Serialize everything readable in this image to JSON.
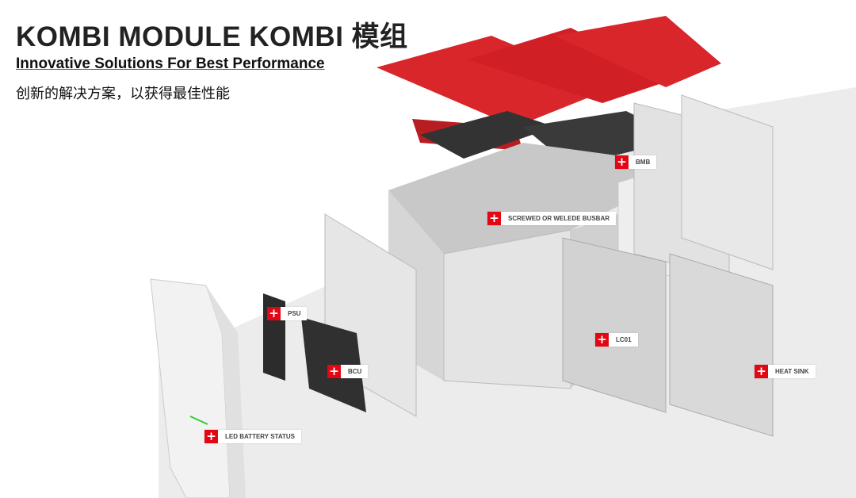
{
  "header": {
    "title": "KOMBI MODULE  KOMBI 模组",
    "subtitle": "Innovative Solutions For Best Performance",
    "subtitle_cn": "创新的解决方案，以获得最佳性能"
  },
  "callouts": [
    {
      "id": "bmb",
      "label": "BMB"
    },
    {
      "id": "busbar",
      "label": "SCREWED OR WELEDE BUSBAR"
    },
    {
      "id": "psu",
      "label": "PSU"
    },
    {
      "id": "bcu",
      "label": "BCU"
    },
    {
      "id": "lc01",
      "label": "LC01"
    },
    {
      "id": "heatsink",
      "label": "HEAT SINK"
    },
    {
      "id": "led",
      "label": "LED BATTERY STATUS"
    }
  ],
  "colors": {
    "accent": "#e30613",
    "heatsink_red": "#d8262b",
    "floor": "#ececec"
  }
}
